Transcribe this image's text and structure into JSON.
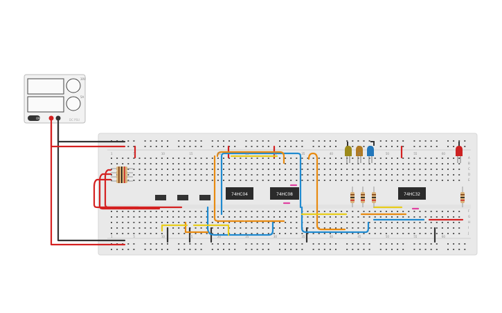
{
  "power_supply": {
    "label_top": "30V",
    "label_bottom": "5A",
    "button_label": "ON",
    "footer": "DC PSU"
  },
  "breadboard": {
    "column_labels_top": [
      "1",
      "5",
      "10",
      "15",
      "20",
      "25",
      "30",
      "35",
      "40",
      "45",
      "50",
      "55",
      "60"
    ],
    "column_labels_bottom": [
      "1",
      "5",
      "10",
      "15",
      "20",
      "25",
      "30",
      "35",
      "40",
      "45",
      "50",
      "55",
      "60"
    ],
    "row_labels_right": [
      "A",
      "B",
      "C",
      "D",
      "E",
      "F",
      "G",
      "H",
      "I",
      "J"
    ]
  },
  "chips": [
    {
      "label": "74HC04"
    },
    {
      "label": "74HC08"
    },
    {
      "label": "74HC32"
    }
  ],
  "leds": [
    {
      "color": "#9c8a1a"
    },
    {
      "color": "#b07a22"
    },
    {
      "color": "#2277bb"
    },
    {
      "color": "#cc2222"
    }
  ],
  "colors": {
    "wire_red": "#d42020",
    "wire_black": "#333333",
    "wire_blue": "#1f8ad0",
    "wire_orange": "#e88a10",
    "wire_yellow": "#e8cc1a",
    "wire_pink": "#e040a0",
    "board": "#e9e9e9",
    "chip": "#2b2b2b"
  }
}
